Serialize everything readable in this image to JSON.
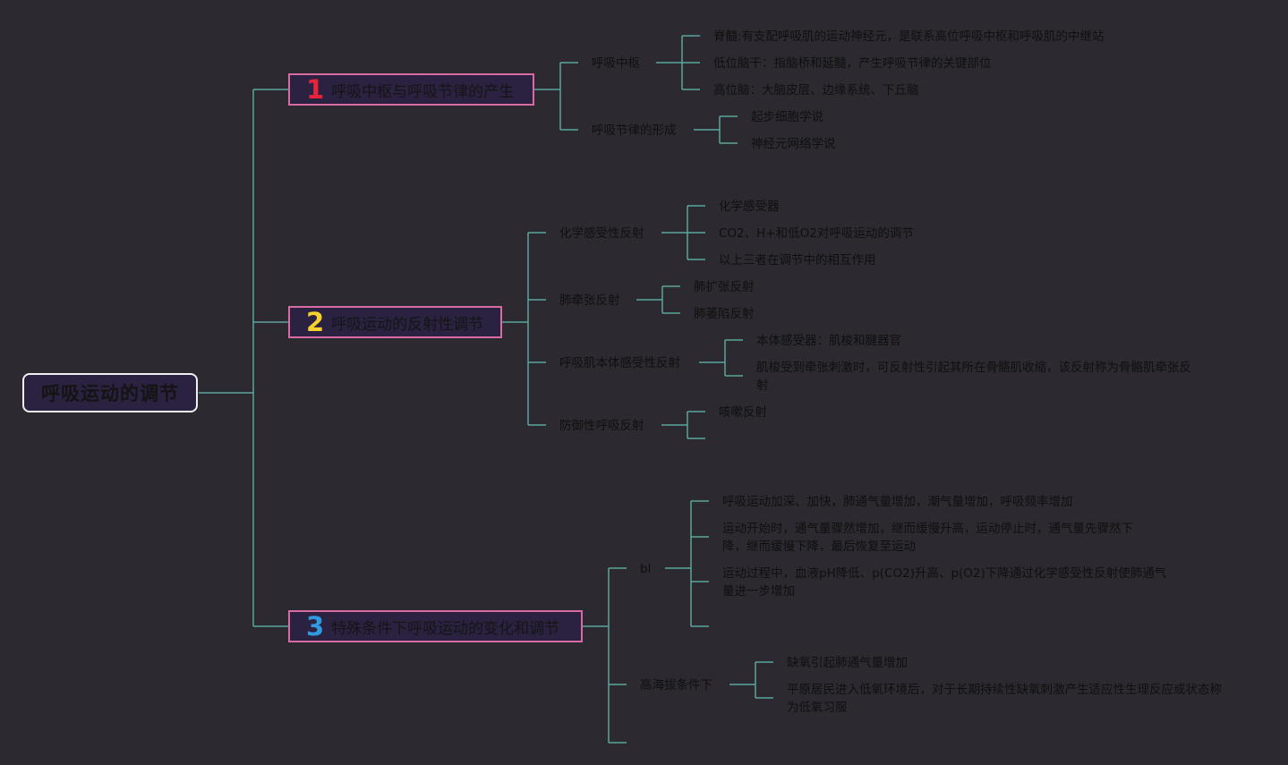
{
  "root": "呼吸运动的调节",
  "branches": [
    {
      "num": "1",
      "num_color": "#e8233b",
      "label": "呼吸中枢与呼吸节律的产生",
      "children": [
        {
          "label": "呼吸中枢",
          "leaves": [
            "脊髓:有支配呼吸肌的运动神经元，是联系高位呼吸中枢和呼吸肌的中继站",
            "低位脑干：指脑桥和延髓，产生呼吸节律的关键部位",
            "高位脑：大脑皮层、边缘系统、下丘脑"
          ]
        },
        {
          "label": "呼吸节律的形成",
          "leaves": [
            "起步细胞学说",
            "神经元网络学说"
          ]
        }
      ]
    },
    {
      "num": "2",
      "num_color": "#f5d130",
      "label": "呼吸运动的反射性调节",
      "children": [
        {
          "label": "化学感受性反射",
          "leaves": [
            "化学感受器",
            "CO2、H+和低O2对呼吸运动的调节",
            "以上三者在调节中的相互作用"
          ]
        },
        {
          "label": "肺牵张反射",
          "leaves": [
            "肺扩张反射",
            "肺萎陷反射"
          ]
        },
        {
          "label": "呼吸肌本体感受性反射",
          "leaves": [
            "本体感受器：肌梭和腱器官",
            "肌梭受到牵张刺激时，可反射性引起其所在骨骼肌收缩，该反射称为骨骼肌牵张反射"
          ]
        },
        {
          "label": "防御性呼吸反射",
          "leaves": [
            "咳嗽反射",
            ""
          ]
        }
      ]
    },
    {
      "num": "3",
      "num_color": "#2f9ae0",
      "label": "特殊条件下呼吸运动的变化和调节",
      "children": [
        {
          "label": "bl",
          "leaves": [
            "呼吸运动加深、加快，肺通气量增加，潮气量增加，呼吸频率增加",
            "运动开始时，通气量骤然增加，继而缓慢升高，运动停止时，通气量先骤然下降，继而缓慢下降，最后恢复至运动",
            "运动过程中，血液pH降低、p(CO2)升高、p(O2)下降通过化学感受性反射使肺通气量进一步增加",
            ""
          ]
        },
        {
          "label": "高海拔条件下",
          "leaves": [
            "缺氧引起肺通气量增加",
            "平原居民进入低氧环境后，对于长期持续性缺氧刺激产生适应性生理反应或状态称为低氧习服"
          ]
        },
        {
          "label": "",
          "leaves": []
        }
      ]
    }
  ],
  "colors": {
    "connector": "#5aa69c",
    "branch_border": "#d86aa4",
    "background": "#2c2a30"
  }
}
